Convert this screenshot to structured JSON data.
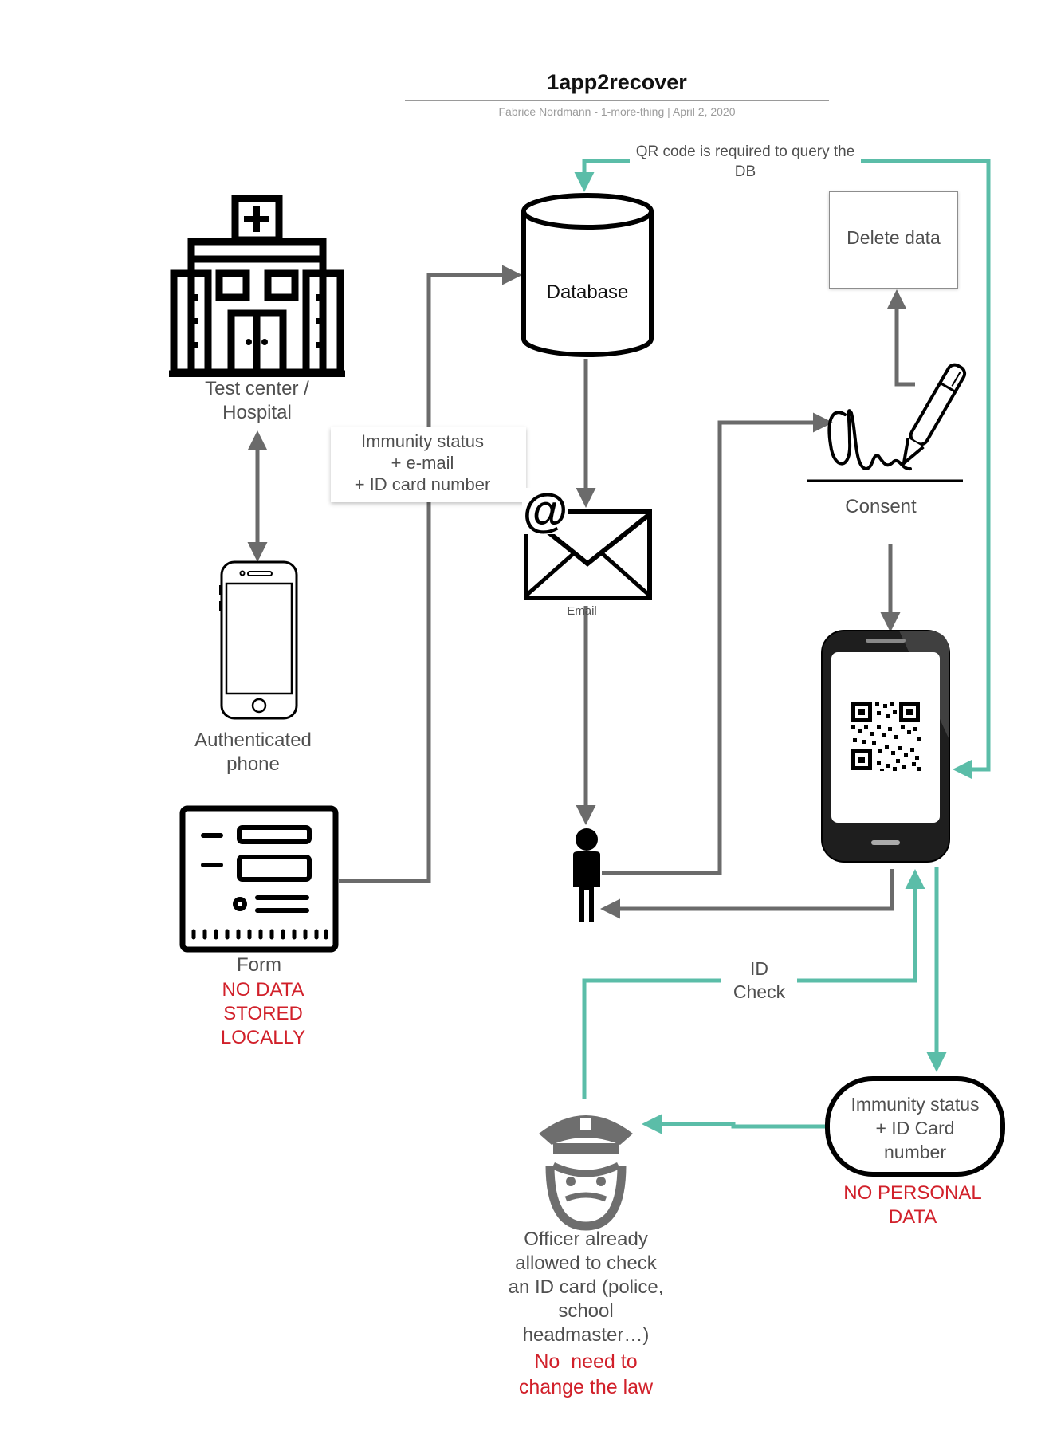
{
  "header": {
    "title": "1app2recover",
    "subtitle": "Fabrice Nordmann - 1-more-thing  |  April 2, 2020"
  },
  "nodes": {
    "hospital": {
      "label_line1": "Test center /",
      "label_line2": "Hospital"
    },
    "phone": {
      "label_line1": "Authenticated",
      "label_line2": "phone"
    },
    "form": {
      "label": "Form",
      "note_line1": "NO DATA",
      "note_line2": "STORED",
      "note_line3": "LOCALLY"
    },
    "database": {
      "label": "Database"
    },
    "email": {
      "label": "Email"
    },
    "delete": {
      "label": "Delete data"
    },
    "consent": {
      "label": "Consent"
    },
    "immunity_card": {
      "line1": "Immunity status",
      "line2": "+ ID Card",
      "line3": "number",
      "note_line1": "NO PERSONAL",
      "note_line2": "DATA"
    },
    "officer": {
      "line1": "Officer already",
      "line2": "allowed to check",
      "line3": "an ID card (police,",
      "line4": "school",
      "line5": "headmaster…)",
      "note_line1": "No  need to",
      "note_line2": "change the law"
    }
  },
  "edges": {
    "form_to_db": {
      "line1": "Immunity status",
      "line2": "+ e-mail",
      "line3": "+ ID card number"
    },
    "qr_query": {
      "line1": "QR code is required to query the",
      "line2": "DB"
    },
    "id_check": {
      "line1": "ID",
      "line2": "Check"
    }
  },
  "colors": {
    "gray_arrow": "#6b6b6b",
    "teal_arrow": "#5bbda8",
    "note_red": "#d1202a",
    "label_gray": "#4f4f4f"
  }
}
